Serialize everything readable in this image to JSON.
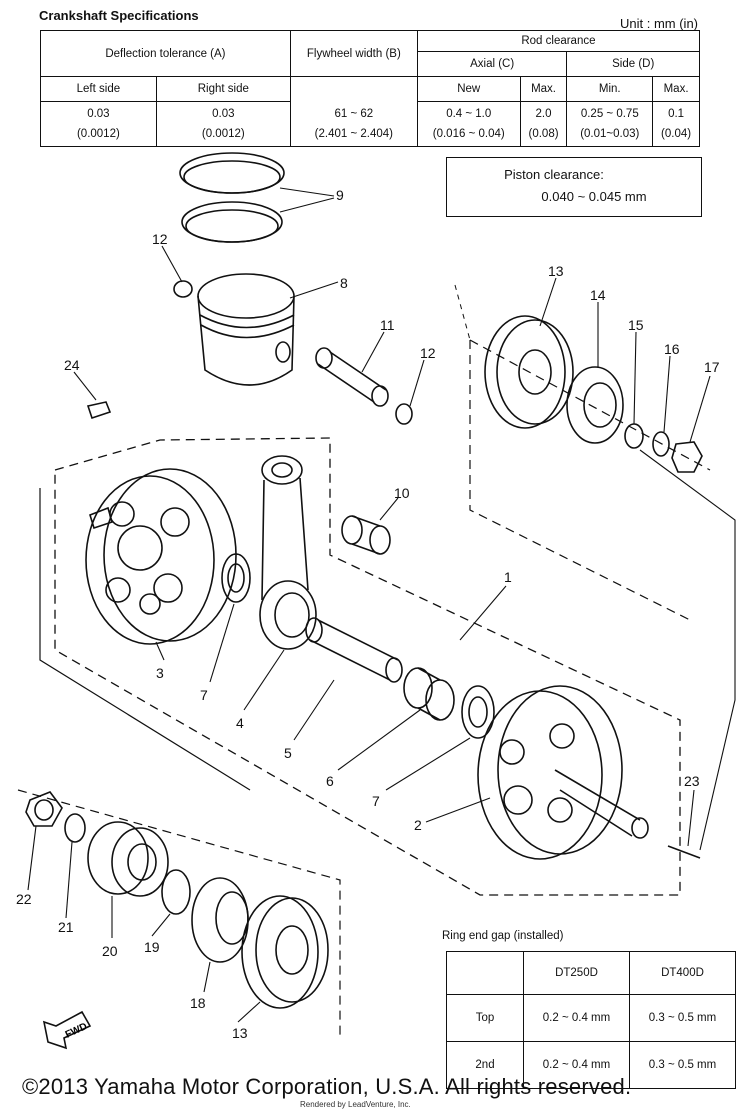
{
  "spec": {
    "title": "Crankshaft Specifications",
    "unit": "Unit : mm (in)",
    "headers": {
      "deflection": "Deflection tolerance (A)",
      "flywheel": "Flywheel width (B)",
      "rod": "Rod clearance",
      "axial": "Axial (C)",
      "side": "Side (D)",
      "left": "Left side",
      "right": "Right side",
      "new": "New",
      "max": "Max.",
      "min": "Min.",
      "max2": "Max."
    },
    "values": {
      "left": "0.03",
      "left_in": "(0.0012)",
      "right": "0.03",
      "right_in": "(0.0012)",
      "flywheel": "61 ~ 62",
      "flywheel_in": "(2.401 ~ 2.404)",
      "axial_new": "0.4 ~ 1.0",
      "axial_new_in": "(0.016 ~ 0.04)",
      "axial_max": "2.0",
      "axial_max_in": "(0.08)",
      "side_min": "0.25 ~ 0.75",
      "side_min_in": "(0.01~0.03)",
      "side_max": "0.1",
      "side_max_in": "(0.04)"
    }
  },
  "piston": {
    "label": "Piston clearance:",
    "value": "0.040 ~ 0.045 mm"
  },
  "ring_gap": {
    "caption": "Ring end gap (installed)",
    "cols": [
      "DT250D",
      "DT400D"
    ],
    "rows": [
      {
        "name": "Top",
        "a": "0.2 ~ 0.4 mm",
        "b": "0.3 ~ 0.5 mm"
      },
      {
        "name": "2nd",
        "a": "0.2 ~ 0.4 mm",
        "b": "0.3 ~ 0.5 mm"
      }
    ]
  },
  "parts": [
    "1",
    "2",
    "3",
    "4",
    "5",
    "6",
    "7",
    "7",
    "8",
    "9",
    "10",
    "11",
    "12",
    "12",
    "13",
    "13",
    "14",
    "15",
    "16",
    "17",
    "18",
    "19",
    "20",
    "21",
    "22",
    "23",
    "24"
  ],
  "fwd": "FWD",
  "copyright": "©2013 Yamaha Motor Corporation, U.S.A. All rights reserved.",
  "rendered": "Rendered by LeadVenture, Inc."
}
